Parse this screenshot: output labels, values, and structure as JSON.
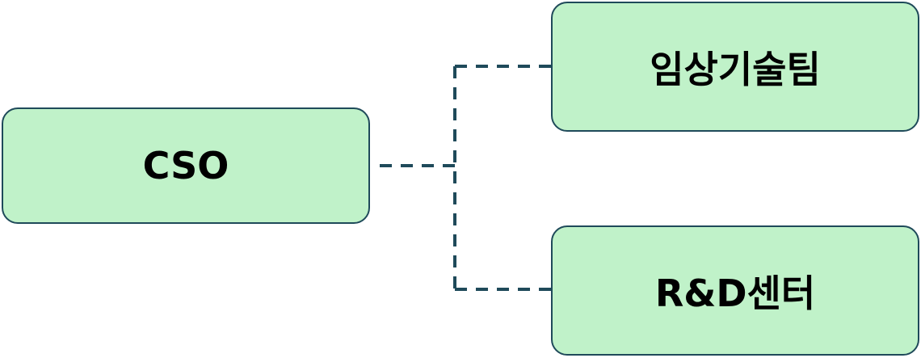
{
  "diagram": {
    "colors": {
      "node_fill": "#c0f2c9",
      "node_border": "#1f4a5a",
      "connector": "#1f4a5a"
    },
    "root": {
      "label": "CSO"
    },
    "children": [
      {
        "label": "임상기술팀"
      },
      {
        "label": "R&D센터"
      }
    ]
  }
}
